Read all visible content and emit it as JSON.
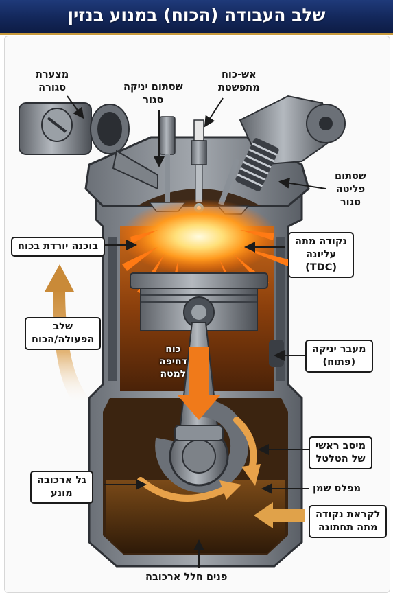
{
  "title": "שלב העבודה (הכוח) במנוע בנזין",
  "labels": {
    "intake_manifold": [
      "מצערת",
      "סגורה"
    ],
    "intake_valve": [
      "שסתום יניקה",
      "סגור"
    ],
    "spark": [
      "אש-כוח",
      "מתפשטת"
    ],
    "exhaust_valve": [
      "שסתום",
      "פליטה",
      "סגור"
    ],
    "flame_down": "בוכנה יורדת בכוח",
    "tdc": [
      "נקודה מתה",
      "עליונה",
      "(TDC)"
    ],
    "power_stroke": [
      "שלב",
      "הפעולה/הכוח"
    ],
    "push_force": [
      "כוח",
      "דחיפה",
      "למטה"
    ],
    "intake_port": [
      "מעבר יניקה",
      "(פתוח)"
    ],
    "big_end": [
      "מיסב ראשי",
      "של הטלטל"
    ],
    "crankshaft": [
      "גל ארכובה",
      "מונע"
    ],
    "oil_pan": "מפלס שמן",
    "bdc": [
      "לקראת נקודה",
      "מתה תחתונה"
    ],
    "crankcase": "פנים חלל ארכובה"
  },
  "colors": {
    "title_bg": "#13275a",
    "title_border": "#c89a3c",
    "flame": "#ff8a1c",
    "arrow_orange": "#f07a1a",
    "arrow_tan": "#d59a4a",
    "metal": "#8a9097",
    "oil": "#5a3512"
  },
  "icons": [
    "spark-plug-icon",
    "piston-icon",
    "connecting-rod-icon",
    "crankshaft-icon",
    "flame-icon",
    "arrow-down-icon",
    "arrow-up-icon",
    "rotation-arrow-icon"
  ]
}
